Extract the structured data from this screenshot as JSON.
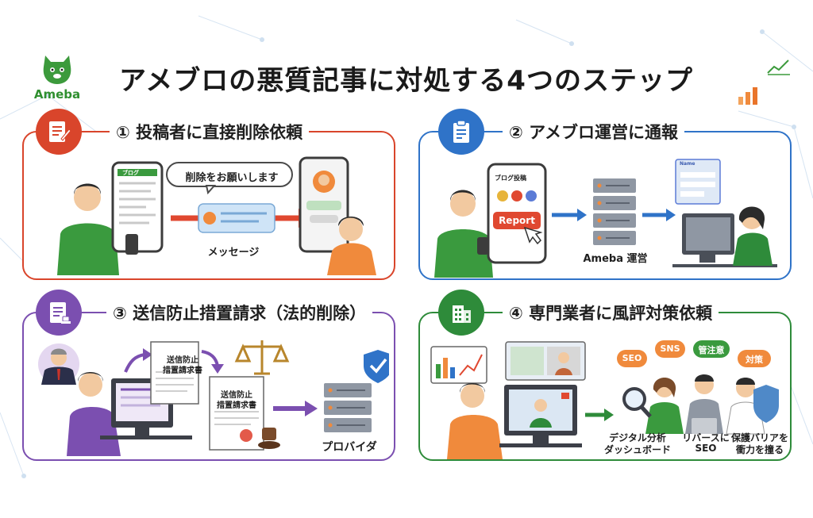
{
  "logo": {
    "name": "Ameba"
  },
  "title": "アメブロの悪質記事に対処する4つのステップ",
  "colors": {
    "step1": "#d9452b",
    "step2": "#2f73c8",
    "step3": "#7b4fb0",
    "step4": "#2e8b3a"
  },
  "steps": [
    {
      "heading": "① 投稿者に直接削除依頼",
      "icon": "document-pen-icon",
      "phone_header": "ブログ",
      "bubble": "削除をお願いします",
      "caption": "メッセージ"
    },
    {
      "heading": "② アメブロ運営に通報",
      "icon": "clipboard-icon",
      "phone_header": "ブログ投稿",
      "report_button": "Report",
      "server_caption": "Ameba 運営",
      "form_label": "Name"
    },
    {
      "heading": "③ 送信防止措置請求（法的削除）",
      "icon": "legal-document-icon",
      "doc1": [
        "送信防止",
        "措置請求書"
      ],
      "doc2": [
        "送信防止",
        "措置請求書"
      ],
      "server_caption": "プロバイダ"
    },
    {
      "heading": "④ 専門業者に風評対策依頼",
      "icon": "office-building-icon",
      "tags": [
        "SEO",
        "SNS",
        "管注意",
        "対策"
      ],
      "captions": [
        [
          "デジタル分析",
          "ダッシュボード"
        ],
        [
          "リバースに",
          "SEO"
        ],
        [
          "保護バリアを",
          "衝力を撞る"
        ]
      ]
    }
  ]
}
